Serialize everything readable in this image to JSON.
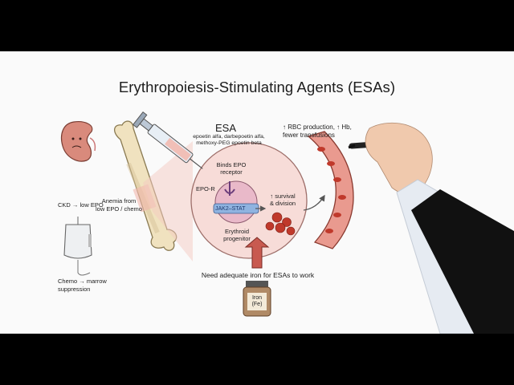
{
  "title": "Erythropoiesis-Stimulating Agents (ESAs)",
  "esa": {
    "name": "ESA",
    "drugs": [
      "epoetin alfa, darbepoetin alfa,",
      "methoxy-PEG epoetin beta"
    ]
  },
  "causes": {
    "ckd": "CKD → low EPO",
    "anemia": [
      "Anemia from",
      "low EPO / chemo"
    ],
    "chemo": [
      "Chemo → marrow",
      "suppression"
    ]
  },
  "cell": {
    "binds": [
      "Binds EPO",
      "receptor"
    ],
    "receptor": "EPO-R",
    "pathway": "JAK2–STAT",
    "progenitor": [
      "Erythroid",
      "progenitor"
    ],
    "effect": [
      "↑ survival",
      "& division"
    ]
  },
  "iron": {
    "note": "Need adequate iron for ESAs to work",
    "bottle": [
      "Iron",
      "(Fe)"
    ]
  },
  "outcome": [
    "↑ RBC production, ↑ Hb,",
    "fewer transfusions"
  ],
  "colors": {
    "background": "#fafafa",
    "letterbox": "#000000",
    "rbc": "#c0392b",
    "cell": "#f6d6d2",
    "arrow": "#c85a50",
    "pathway": "#8fb3e0"
  },
  "icons": [
    "kidney-icon",
    "bone-icon",
    "syringe-icon",
    "iv-bag-icon",
    "iron-bottle-icon",
    "blood-vessel-icon",
    "hand-with-marker"
  ]
}
